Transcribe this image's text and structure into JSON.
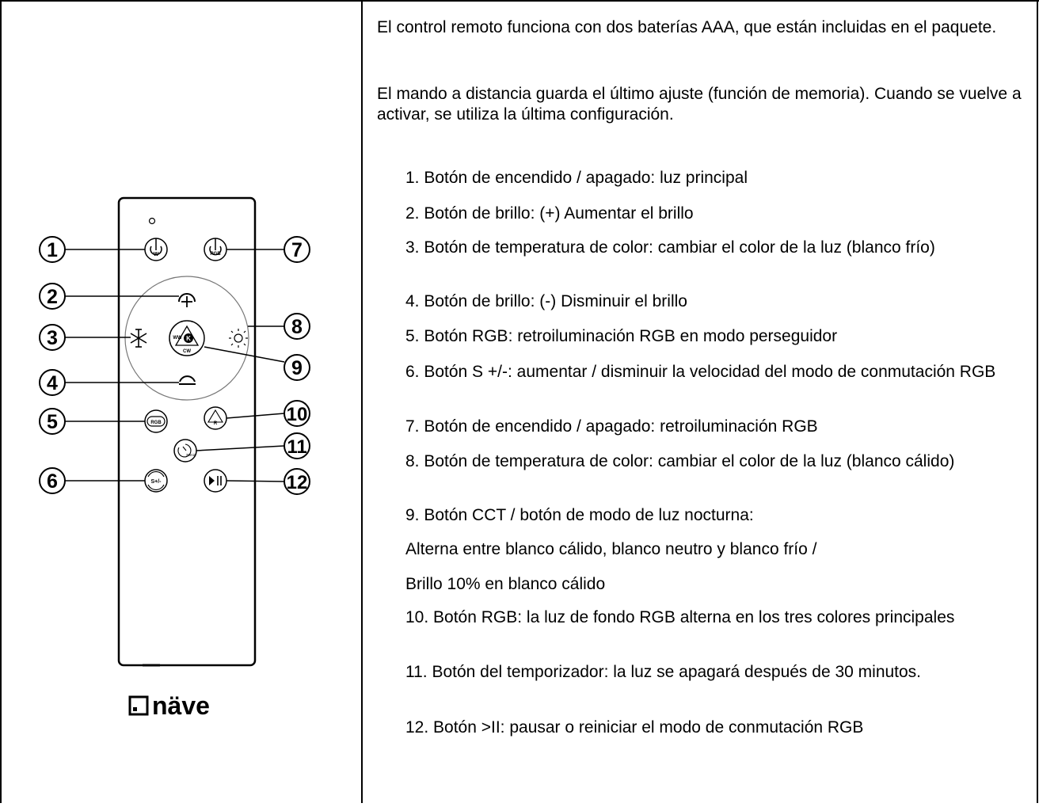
{
  "intro": {
    "p1": "El control remoto funciona con dos baterías AAA, que están incluidas en el paquete.",
    "p2": "El mando a distancia guarda el último ajuste (función de memoria). Cuando se vuelve a activar, se utiliza la última configuración."
  },
  "items": [
    "1. Botón de encendido / apagado: luz principal",
    "2. Botón de brillo: (+) Aumentar el brillo",
    "3. Botón de temperatura de color: cambiar el color de la luz (blanco frío)",
    "4. Botón de brillo: (-) Disminuir el brillo",
    "5. Botón RGB: retroiluminación RGB en modo perseguidor",
    "6. Botón S +/-: aumentar / disminuir la velocidad del modo de conmutación RGB",
    "7. Botón de encendido / apagado: retroiluminación RGB",
    "8. Botón de temperatura de color: cambiar el color de la luz (blanco cálido)",
    "9. Botón CCT / botón de modo de luz nocturna:",
    "Alterna entre blanco cálido, blanco neutro y blanco frío /",
    "Brillo 10% en blanco cálido",
    "10. Botón RGB: la luz de fondo RGB alterna en los tres colores principales",
    "11. Botón del temporizador: la luz se apagará después de 30 minutos.",
    "12. Botón >II: pausar o reiniciar el modo de conmutación RGB"
  ],
  "remote": {
    "brand": "näve",
    "callouts": [
      "1",
      "2",
      "3",
      "4",
      "5",
      "6",
      "7",
      "8",
      "9",
      "10",
      "11",
      "12"
    ],
    "btn_w": "W",
    "btn_rgb_power": "RGB",
    "btn_rgb": "RGB",
    "btn_speed": "S+/-",
    "btn_timer": "30min",
    "cct_top": "NW",
    "cct_left": "WW",
    "cct_bottom": "CW",
    "cct_center": "K",
    "btn_cycle": "R"
  }
}
